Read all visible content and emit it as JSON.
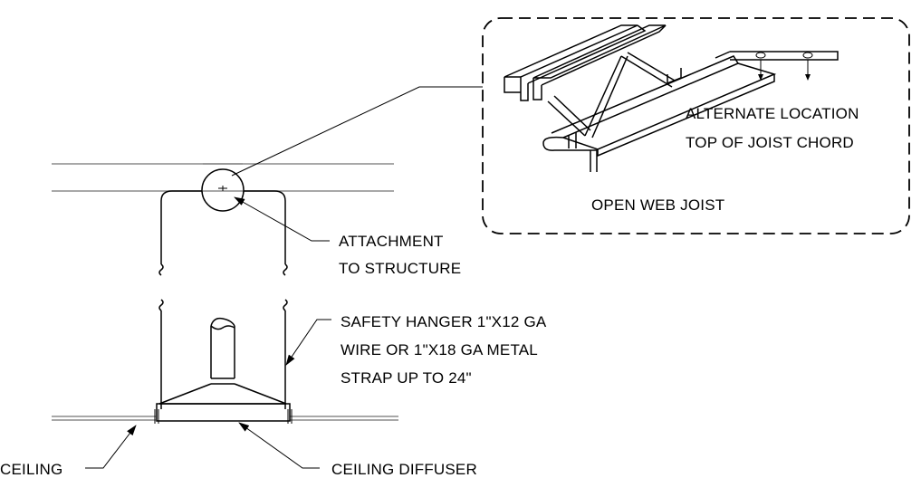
{
  "labels": {
    "alternate_location_line1": "ALTERNATE LOCATION",
    "alternate_location_line2": "TOP OF JOIST CHORD",
    "open_web_joist": "OPEN WEB JOIST",
    "attachment_line1": "ATTACHMENT",
    "attachment_line2": "TO STRUCTURE",
    "safety_hanger_line1": "SAFETY HANGER 1\"X12 GA",
    "safety_hanger_line2": "WIRE OR 1\"X18 GA METAL",
    "safety_hanger_line3": "STRAP UP TO 24\"",
    "ceiling": "CEILING",
    "ceiling_diffuser": "CEILING DIFFUSER"
  },
  "colors": {
    "linework": "#000000",
    "structure_lines": "#8c8c8c",
    "background": "#ffffff"
  }
}
